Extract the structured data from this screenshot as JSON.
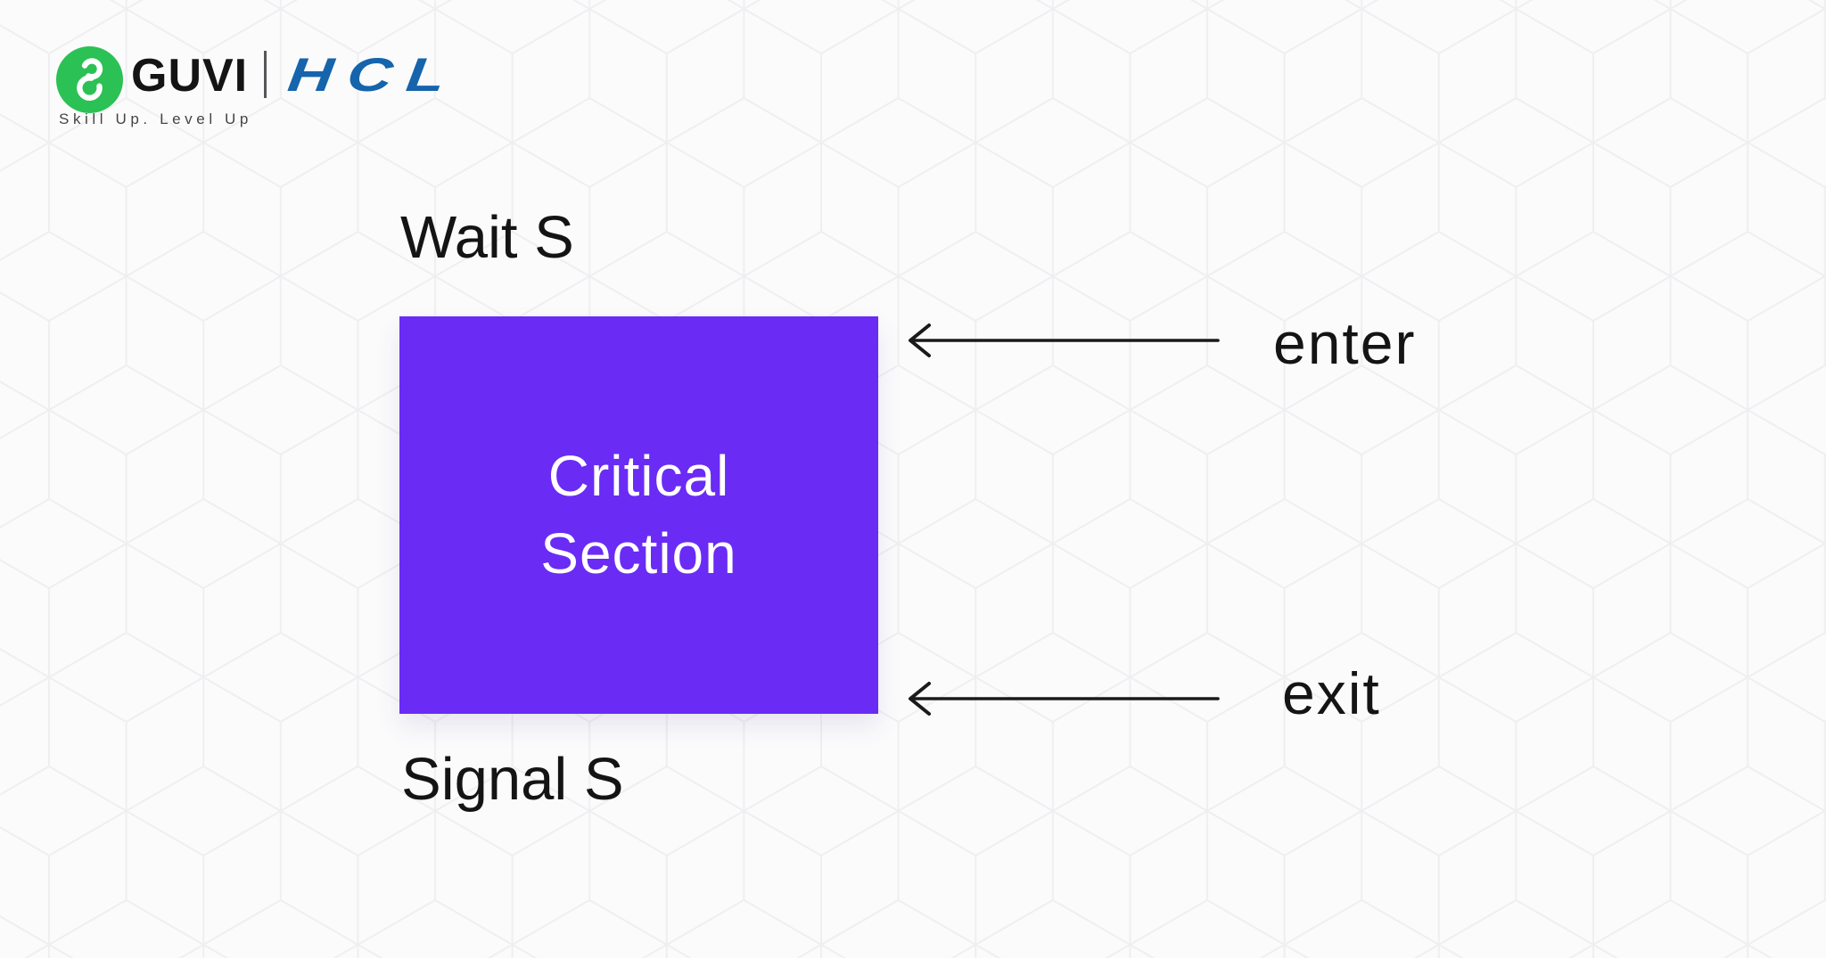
{
  "brand": {
    "guvi": "GUVI",
    "hcl": "HCL",
    "tagline": "Skill Up. Level Up"
  },
  "diagram": {
    "wait_label": "Wait S",
    "signal_label": "Signal S",
    "critical_lines": [
      "Critical",
      "Section"
    ],
    "enter_label": "enter",
    "exit_label": "exit"
  },
  "icons": {
    "guvi_logo": "g-monogram-in-green-circle",
    "enter_arrow": "arrow-pointing-left",
    "exit_arrow": "arrow-pointing-left"
  },
  "theme": {
    "page_bg": "#FBFBFC",
    "pattern_line": "#EFEFF1",
    "ink": "#141414",
    "muted_ink": "#454545",
    "guvi_green": "#2BC155",
    "hcl_blue": "#1564AC",
    "box_purple": "#6A2BF5",
    "box_text": "#FFFFFF",
    "arrow_ink": "#1A1A1A"
  }
}
